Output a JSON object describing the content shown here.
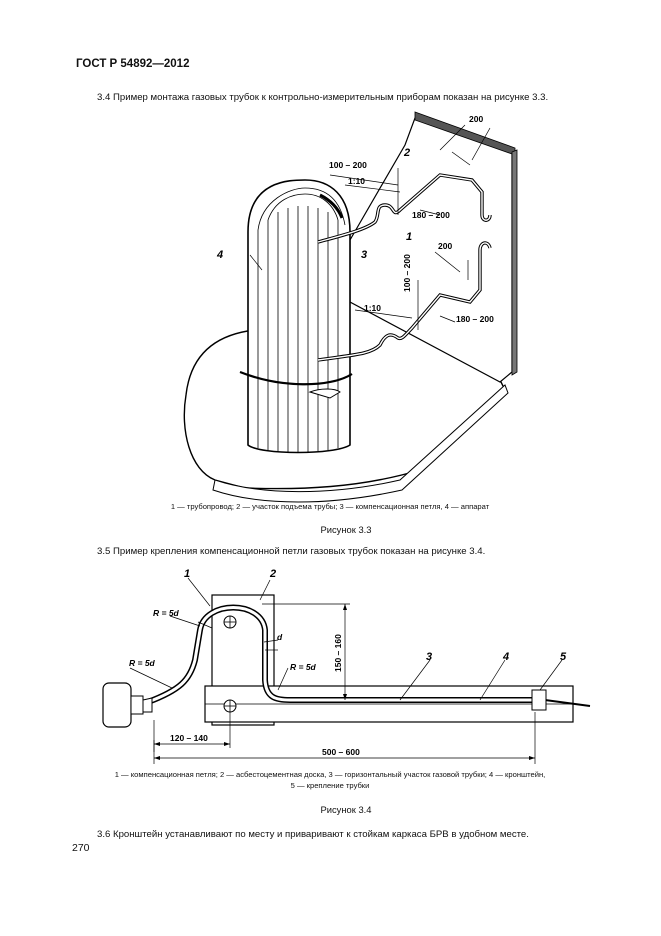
{
  "header": {
    "title": "ГОСТ Р 54892—2012"
  },
  "paragraphs": {
    "p34": "3.4 Пример монтажа газовых трубок к контрольно-измерительным приборам показан на рисунке 3.3.",
    "p35": "3.5 Пример крепления компенсационной петли газовых трубок показан на рисунке 3.4.",
    "p36": "3.6 Кронштейн устанавливают по месту и приваривают к стойкам каркаса БРВ в удобном месте."
  },
  "figure33": {
    "labels": {
      "n1": "1",
      "n2": "2",
      "n3": "3",
      "n4": "4",
      "d200a": "200",
      "d200b": "200",
      "d100_200a": "100 – 200",
      "d100_200b": "100 – 200",
      "d180_200a": "180 – 200",
      "d180_200b": "180 – 200",
      "slope1": "1:10",
      "slope2": "1:10"
    },
    "legend": "1 — трубопровод; 2 — участок подъема трубы; 3 — компенсационная петля, 4 — аппарат",
    "title": "Рисунок 3.3"
  },
  "figure34": {
    "labels": {
      "n1": "1",
      "n2": "2",
      "n3": "3",
      "n4": "4",
      "n5": "5",
      "r1": "R = 5d",
      "r2": "R = 5d",
      "r3": "R = 5d",
      "d": "d",
      "h150_160": "150 – 160",
      "w120_140": "120 – 140",
      "w500_600": "500 – 600"
    },
    "legend_line1": "1 — компенсационная петля; 2 — асбестоцементная доска, 3 — горизонтальный участок газовой трубки; 4 — кронштейн,",
    "legend_line2": "5 — крепление трубки",
    "title": "Рисунок 3.4"
  },
  "page_number": "270"
}
